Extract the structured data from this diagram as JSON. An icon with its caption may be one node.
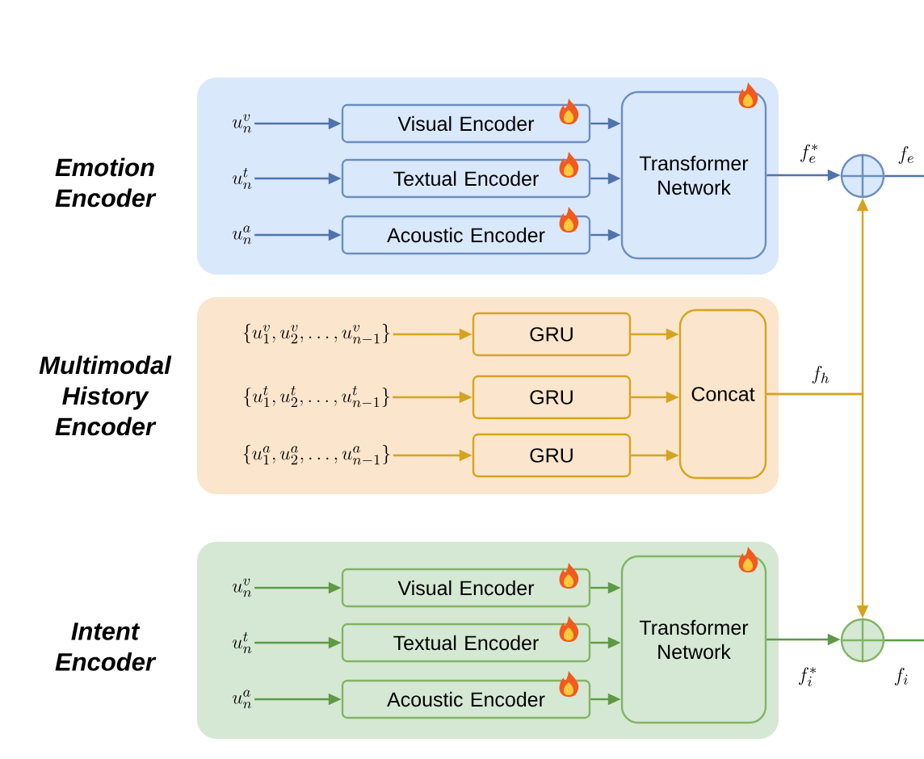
{
  "diagram": {
    "nodes": [
      {
        "text": [
          "Emotion Encoder"
        ]
      },
      {
        "text": [
          "u_n^v"
        ],
        "in": 0
      },
      {
        "text": [
          "Visual Encoder"
        ],
        "in": 0
      },
      {
        "text": [
          "u_n^t"
        ],
        "in": 0
      },
      {
        "text": [
          "Textual Encoder"
        ],
        "in": 0
      },
      {
        "text": [
          "u_n^a"
        ],
        "in": 0
      },
      {
        "text": [
          "Acoustic Encoder"
        ],
        "in": 0
      },
      {
        "text": [
          "Transformer Network"
        ],
        "in": 0
      },
      {
        "text": [
          "Multimodal History Encoder"
        ]
      },
      {
        "text": [
          "\\{u_1^v, u_2^v, \\ldots, u_{n-1}^v\\}"
        ],
        "in": 8
      },
      {
        "text": [
          "GRU"
        ],
        "in": 8
      },
      {
        "text": [
          "\\{u_1^t, u_2^t, \\ldots, u_{n-1}^t\\}"
        ],
        "in": 8
      },
      {
        "text": [
          "GRU"
        ],
        "in": 8
      },
      {
        "text": [
          "\\{u_1^a, u_2^a, \\ldots, u_{n-1}^a\\}"
        ],
        "in": 8
      },
      {
        "text": [
          "GRU"
        ],
        "in": 8
      },
      {
        "text": [
          "Concat"
        ],
        "in": 8
      },
      {
        "text": [
          "Intent Encoder"
        ]
      },
      {
        "text": [
          "u_n^v"
        ],
        "in": 16
      },
      {
        "text": [
          "Visual Encoder"
        ],
        "in": 16
      },
      {
        "text": [
          "u_n^t"
        ],
        "in": 16
      },
      {
        "text": [
          "Textual Encoder"
        ],
        "in": 16
      },
      {
        "text": [
          "u_n^a"
        ],
        "in": 16
      },
      {
        "text": [
          "Acoustic Encoder"
        ],
        "in": 16
      },
      {
        "text": [
          "Transformer Network"
        ],
        "in": 16
      },
      {
        "text": [],
        "shape": "circle"
      },
      {
        "text": [],
        "shape": "circle"
      }
    ],
    "edges": [
      {
        "from": 1,
        "to": 2,
        "arrow": "to",
        "color": "#4f73ad"
      },
      {
        "from": 3,
        "to": 4,
        "arrow": "to",
        "color": "#4f73ad"
      },
      {
        "from": 5,
        "to": 6,
        "arrow": "to",
        "color": "#4f73ad"
      },
      {
        "from": 2,
        "to": 7,
        "arrow": "to",
        "color": "#4f73ad"
      },
      {
        "from": 4,
        "to": 7,
        "arrow": "to",
        "color": "#4f73ad"
      },
      {
        "from": 6,
        "to": 7,
        "arrow": "to",
        "color": "#4f73ad"
      },
      {
        "from": 7,
        "to": 24,
        "arrow": "to",
        "color": "#4f73ad",
        "label": "f_e^*"
      },
      {
        "from": 24,
        "to": null,
        "arrow": "none",
        "color": "#4f73ad",
        "label": "f_e"
      },
      {
        "from": 9,
        "to": 10,
        "arrow": "to",
        "color": "#d4a420"
      },
      {
        "from": 11,
        "to": 12,
        "arrow": "to",
        "color": "#d4a420"
      },
      {
        "from": 13,
        "to": 14,
        "arrow": "to",
        "color": "#d4a420"
      },
      {
        "from": 10,
        "to": 15,
        "arrow": "to",
        "color": "#d4a420"
      },
      {
        "from": 12,
        "to": 15,
        "arrow": "to",
        "color": "#d4a420"
      },
      {
        "from": 14,
        "to": 15,
        "arrow": "to",
        "color": "#d4a420"
      },
      {
        "from": 15,
        "to": 24,
        "arrow": "to",
        "color": "#d4a420",
        "label": "f_h"
      },
      {
        "from": 15,
        "to": 25,
        "arrow": "to",
        "color": "#d4a420"
      },
      {
        "from": 17,
        "to": 18,
        "arrow": "to",
        "color": "#5e9a44"
      },
      {
        "from": 19,
        "to": 20,
        "arrow": "to",
        "color": "#5e9a44"
      },
      {
        "from": 21,
        "to": 22,
        "arrow": "to",
        "color": "#5e9a44"
      },
      {
        "from": 18,
        "to": 23,
        "arrow": "to",
        "color": "#5e9a44"
      },
      {
        "from": 20,
        "to": 23,
        "arrow": "to",
        "color": "#5e9a44"
      },
      {
        "from": 22,
        "to": 23,
        "arrow": "to",
        "color": "#5e9a44"
      },
      {
        "from": 23,
        "to": 25,
        "arrow": "to",
        "color": "#5e9a44",
        "label": "f_i^*"
      },
      {
        "from": 25,
        "to": null,
        "arrow": "none",
        "color": "#5e9a44",
        "label": "f_i"
      }
    ]
  }
}
